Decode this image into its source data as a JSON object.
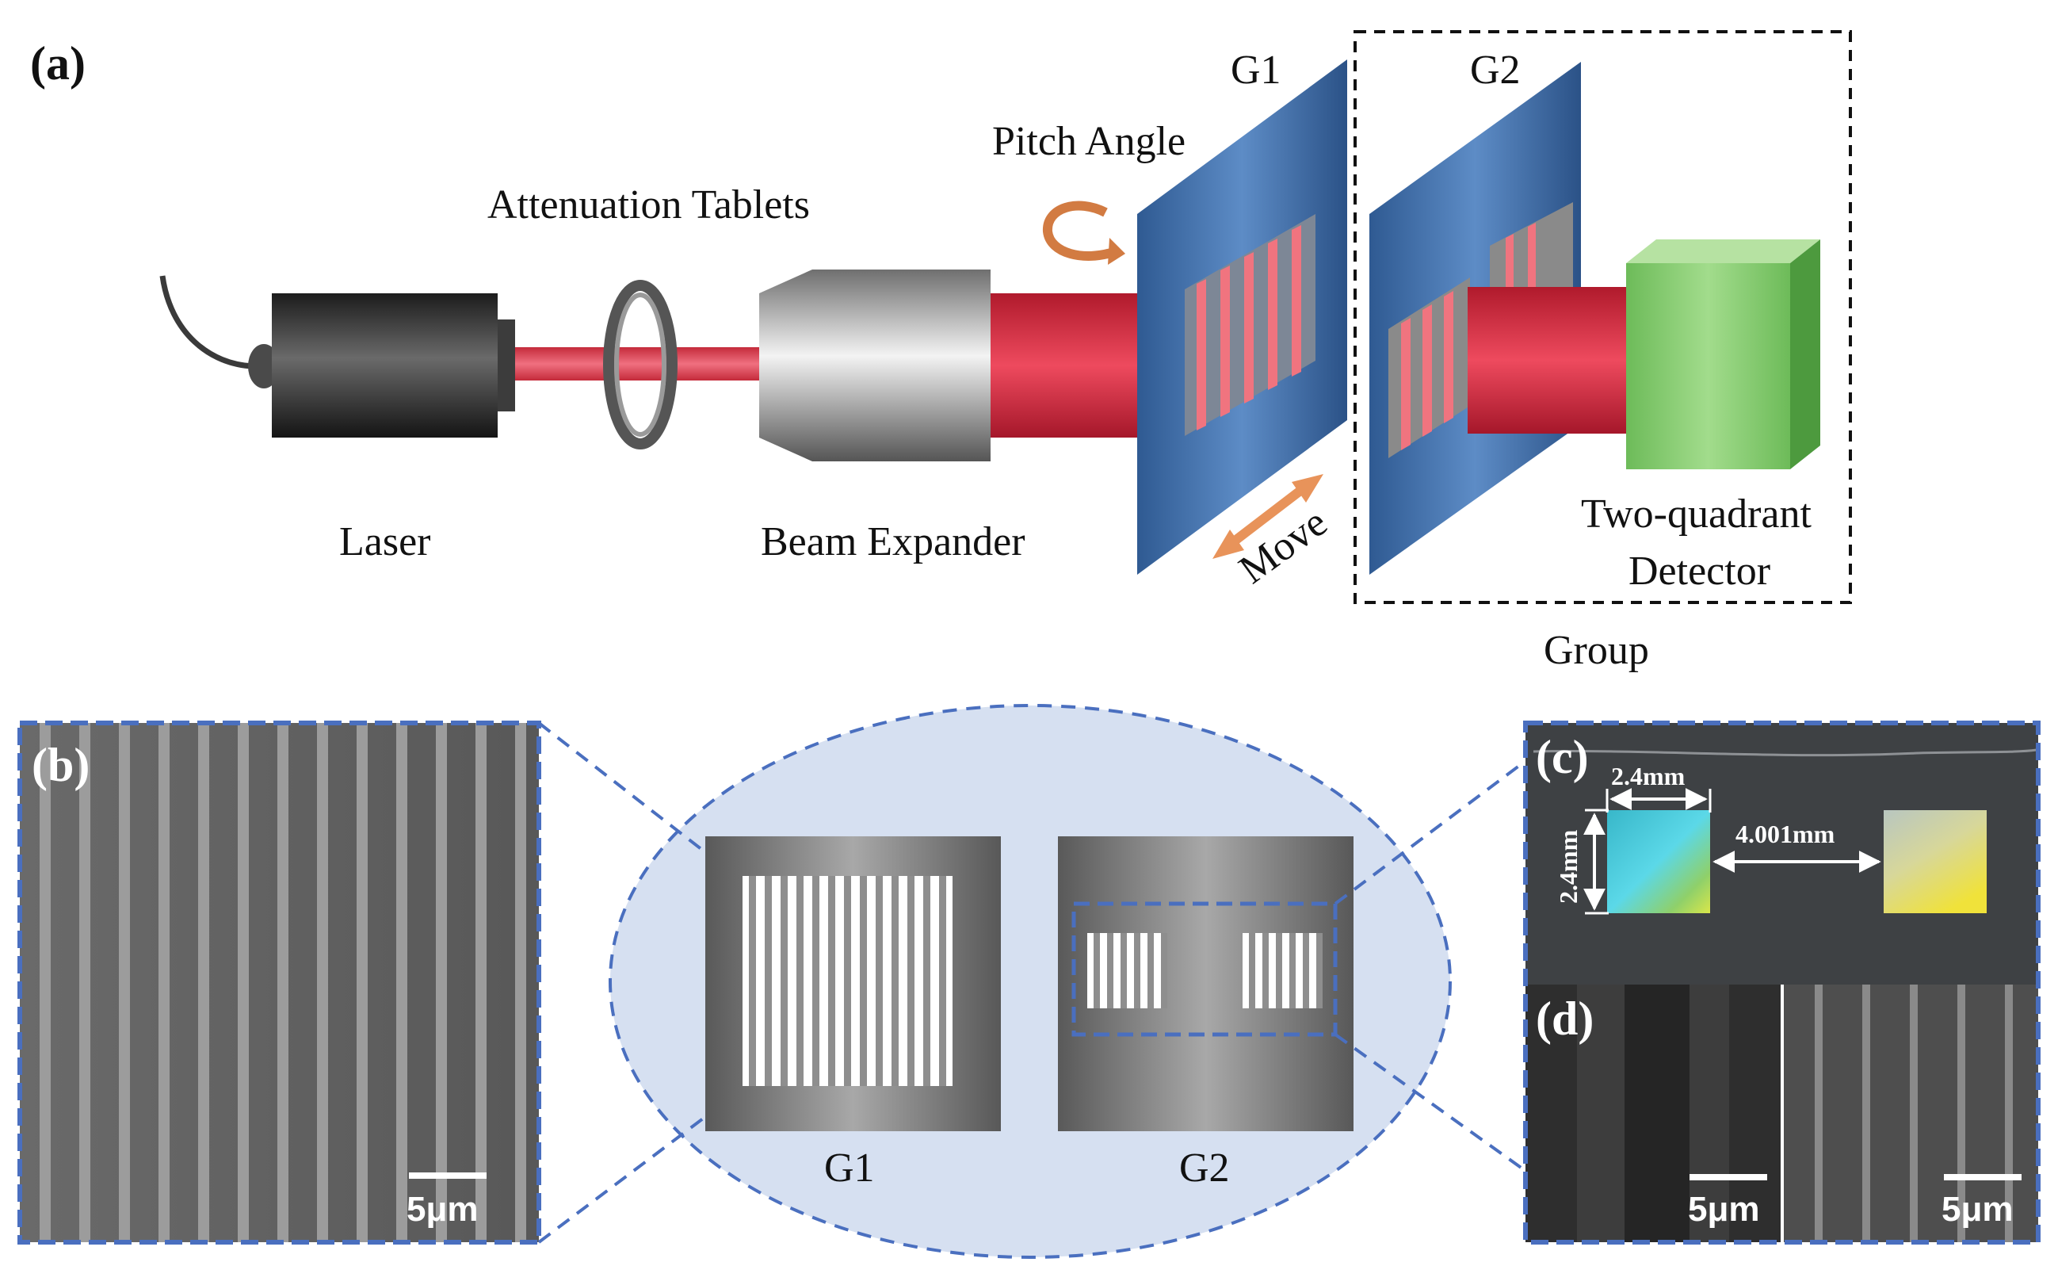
{
  "panel_a": {
    "tag": "(a)",
    "laser": "Laser",
    "attenuation": "Attenuation Tablets",
    "beam_expander": "Beam Expander",
    "pitch_angle": "Pitch Angle",
    "g1": "G1",
    "g2": "G2",
    "move": "Move",
    "detector_line1": "Two-quadrant",
    "detector_line2": "Detector",
    "group": "Group"
  },
  "panel_b": {
    "tag": "(b)",
    "scale": "5μm"
  },
  "center": {
    "g1": "G1",
    "g2": "G2"
  },
  "panel_c": {
    "tag": "(c)",
    "width_top": "2.4mm",
    "height_left": "2.4mm",
    "gap": "4.001mm"
  },
  "panel_d": {
    "tag": "(d)",
    "scale_left": "5μm",
    "scale_right": "5μm"
  },
  "colors": {
    "grating_blue": "#3f6fa8",
    "beam_red": "#d8324a",
    "detector_green": "#7fc76b",
    "dash_blue": "#4a6fbf",
    "ellipse_fill": "#d6e0f1",
    "arrow_orange": "#e8935a"
  }
}
